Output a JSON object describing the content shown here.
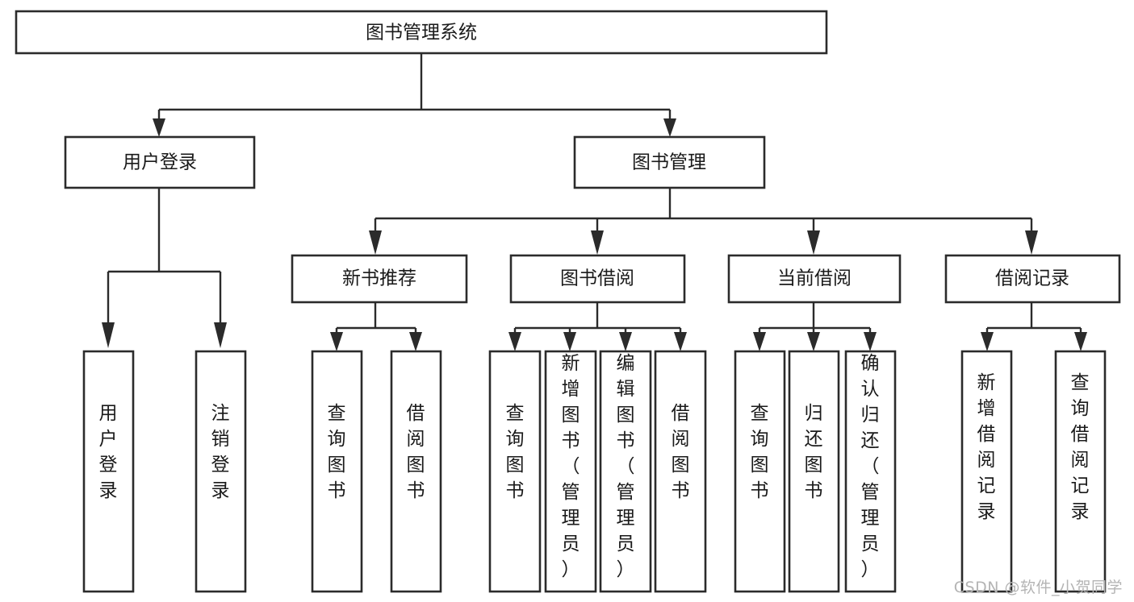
{
  "diagram": {
    "type": "tree-hierarchy-chart",
    "title": "图书管理系统",
    "watermark": "CSDN @软件_小贺同学",
    "colors": {
      "box_stroke": "#2b2b2b",
      "box_fill": "#ffffff",
      "text": "#1a1a1a",
      "background": "#ffffff",
      "watermark": "#b4b4b4"
    },
    "root": {
      "label": "图书管理系统",
      "orientation": "horizontal"
    },
    "level2": [
      {
        "label": "用户登录",
        "orientation": "horizontal"
      },
      {
        "label": "图书管理",
        "orientation": "horizontal"
      }
    ],
    "level3": [
      {
        "label": "新书推荐",
        "orientation": "horizontal"
      },
      {
        "label": "图书借阅",
        "orientation": "horizontal"
      },
      {
        "label": "当前借阅",
        "orientation": "horizontal"
      },
      {
        "label": "借阅记录",
        "orientation": "horizontal"
      }
    ],
    "leaves": {
      "user_login": [
        {
          "label": "用户登录",
          "orientation": "vertical"
        },
        {
          "label": "注销登录",
          "orientation": "vertical"
        }
      ],
      "new_book_recommend": [
        {
          "label": "查询图书",
          "orientation": "vertical"
        },
        {
          "label": "借阅图书",
          "orientation": "vertical"
        }
      ],
      "book_borrow": [
        {
          "label": "查询图书",
          "orientation": "vertical"
        },
        {
          "label": "新增图书（管理员）",
          "orientation": "vertical"
        },
        {
          "label": "编辑图书（管理员）",
          "orientation": "vertical"
        },
        {
          "label": "借阅图书",
          "orientation": "vertical"
        }
      ],
      "current_borrow": [
        {
          "label": "查询图书",
          "orientation": "vertical"
        },
        {
          "label": "归还图书",
          "orientation": "vertical"
        },
        {
          "label": "确认归还（管理员）",
          "orientation": "vertical"
        }
      ],
      "borrow_record": [
        {
          "label": "新增借阅记录",
          "orientation": "vertical"
        },
        {
          "label": "查询借阅记录",
          "orientation": "vertical"
        }
      ]
    }
  }
}
